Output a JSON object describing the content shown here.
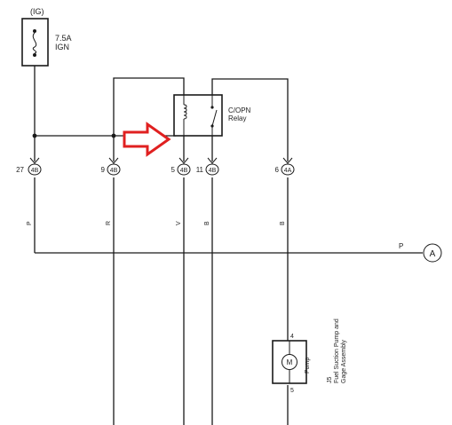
{
  "fuse": {
    "supply_label": "(IG)",
    "rating_label": "7.5A",
    "name_label": "IGN"
  },
  "relay": {
    "name_line1": "C/OPN",
    "name_line2": "Relay"
  },
  "connectors": [
    {
      "pin": "27",
      "connector": "4B",
      "wire_color": "P"
    },
    {
      "pin": "9",
      "connector": "4B",
      "wire_color": "R"
    },
    {
      "pin": "5",
      "connector": "4B",
      "wire_color": "V"
    },
    {
      "pin": "11",
      "connector": "4B",
      "wire_color": "B"
    },
    {
      "pin": "6",
      "connector": "4A",
      "wire_color": "B"
    }
  ],
  "junction": {
    "wire_color": "P",
    "label": "A"
  },
  "pump": {
    "motor_symbol": "M",
    "pump_label": "Pump",
    "pin_top": "4",
    "pin_bottom": "5",
    "ref_code": "J5",
    "desc_line1": "Fuel Suction Pump and",
    "desc_line2": "Gage Assembly"
  },
  "highlight": {
    "arrow_color": "#e02020"
  }
}
